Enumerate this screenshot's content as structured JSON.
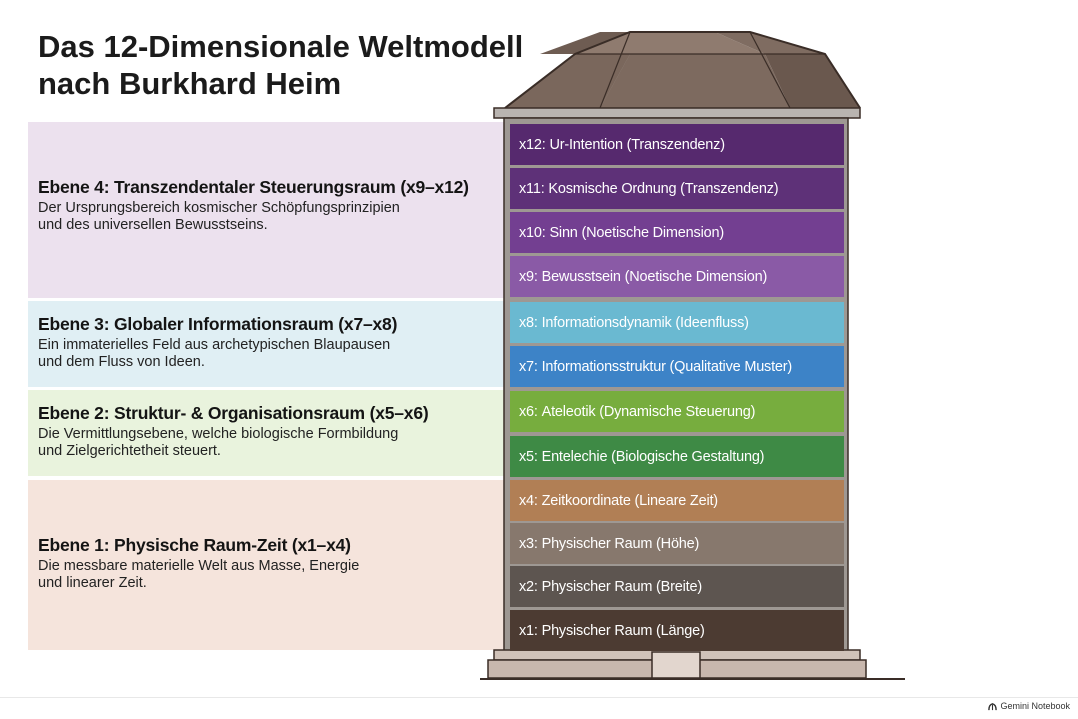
{
  "title": {
    "line1": "Das 12-Dimensionale Weltmodell",
    "line2": "nach Burkhard Heim"
  },
  "bands": [
    {
      "heading": "Ebene 4: Transzendentaler Steuerungsraum (x9–x12)",
      "desc": [
        "Der Ursprungsbereich kosmischer Schöpfungsprinzipien",
        "und des universellen Bewusstseins."
      ],
      "color": "#ece1ee"
    },
    {
      "heading": "Ebene 3: Globaler Informationsraum (x7–x8)",
      "desc": [
        "Ein immaterielles Feld aus archetypischen Blaupausen",
        "und dem Fluss von Ideen."
      ],
      "color": "#e0eff4"
    },
    {
      "heading": "Ebene 2: Struktur- & Organisationsraum (x5–x6)",
      "desc": [
        "Die Vermittlungsebene, welche biologische Formbildung",
        "und Zielgerichtetheit steuert."
      ],
      "color": "#e9f3dd"
    },
    {
      "heading": "Ebene 1: Physische Raum-Zeit (x1–x4)",
      "desc": [
        "Die messbare materielle Welt aus Masse, Energie",
        "und linearer Zeit."
      ],
      "color": "#f5e4dc"
    }
  ],
  "dimensions": [
    {
      "code": "x12",
      "label": "Ur-Intention (Transzendenz)",
      "color": "#56296e"
    },
    {
      "code": "x11",
      "label": "Kosmische Ordnung (Transzendenz)",
      "color": "#5e3178"
    },
    {
      "code": "x10",
      "label": "Sinn (Noetische Dimension)",
      "color": "#733f91"
    },
    {
      "code": "x9",
      "label": "Bewusstsein (Noetische Dimension)",
      "color": "#8a5aa6"
    },
    {
      "code": "x8",
      "label": "Informationsdynamik (Ideenfluss)",
      "color": "#6ab9d1"
    },
    {
      "code": "x7",
      "label": "Informationsstruktur (Qualitative Muster)",
      "color": "#3d83c7"
    },
    {
      "code": "x6",
      "label": "Ateleotik (Dynamische Steuerung)",
      "color": "#77ad3e"
    },
    {
      "code": "x5",
      "label": "Entelechie (Biologische Gestaltung)",
      "color": "#3e8a45"
    },
    {
      "code": "x4",
      "label": "Zeitkoordinate (Lineare Zeit)",
      "color": "#b17f55"
    },
    {
      "code": "x3",
      "label": "Physischer Raum (Höhe)",
      "color": "#87786d"
    },
    {
      "code": "x2",
      "label": "Physischer Raum (Breite)",
      "color": "#5d5550"
    },
    {
      "code": "x1",
      "label": "Physischer Raum (Länge)",
      "color": "#4c3b32"
    }
  ],
  "watermark": "Gemini Notebook",
  "colors": {
    "roof": "#7d6a5f",
    "roof_dark": "#5e4d44",
    "tower_frame": "#a8a3a0",
    "base": "#c8b7ad"
  }
}
